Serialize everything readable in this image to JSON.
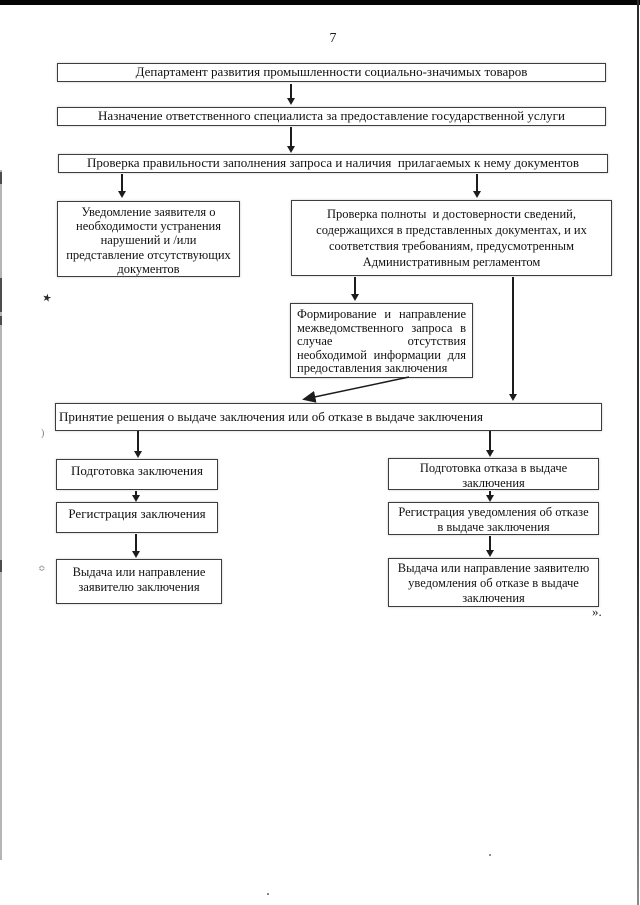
{
  "page": {
    "number": "7",
    "closing_mark": "»."
  },
  "colors": {
    "ink": "#121212",
    "box_border": "#3d3d3d",
    "scan_bar": "#050505",
    "background": "#ffffff"
  },
  "flowchart": {
    "department": {
      "text": "Департамент развития промышленности социально-значимых товаров"
    },
    "assign_specialist": {
      "text": "Назначение ответственного специалиста за предоставление государственной услуги"
    },
    "check_request": {
      "text": "Проверка правильности заполнения запроса и наличия  прилагаемых к нему документов"
    },
    "notify_applicant": {
      "lines": [
        "Уведомление заявителя о",
        "необходимости устранения",
        "нарушений и /или",
        "представление отсутствующих",
        "документов"
      ]
    },
    "check_completeness": {
      "lines": [
        "Проверка полноты  и достоверности сведений,",
        "содержащихся в представленных документах, и их",
        "соответствия требованиям, предусмотренным",
        "Административным регламентом"
      ]
    },
    "interagency_request": {
      "lines": [
        "Формирование и направление",
        "межведомственного запроса в",
        "случае отсутствия",
        "необходимой информации для",
        "предоставления заключения"
      ]
    },
    "decision": {
      "text": "Принятие решения о выдаче заключения или об отказе в выдаче заключения"
    },
    "prepare_conclusion": {
      "text": "Подготовка заключения"
    },
    "register_conclusion": {
      "text": "Регистрация заключения"
    },
    "issue_conclusion": {
      "lines": [
        "Выдача или направление",
        "заявителю заключения"
      ]
    },
    "prepare_refusal": {
      "lines": [
        "Подготовка отказа в выдаче",
        "заключения"
      ]
    },
    "register_refusal": {
      "lines": [
        "Регистрация уведомления об отказе",
        "в выдаче заключения"
      ]
    },
    "issue_refusal": {
      "lines": [
        "Выдача или направление заявителю",
        "уведомления об отказе в выдаче",
        "заключения"
      ]
    }
  }
}
